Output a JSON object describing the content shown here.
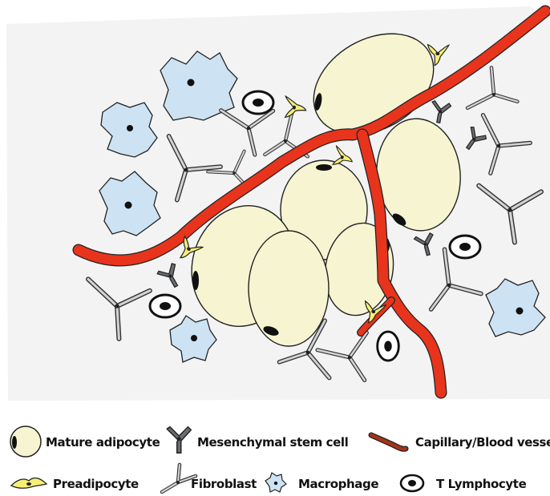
{
  "colors": {
    "adipocyte_fill": "#f7f4d1",
    "vessel": "#e8341c",
    "macrophage_fill": "#cde3f4",
    "preadipocyte_fill": "#f7ef74",
    "stem_cell_fill": "#6b6e71",
    "fibroblast_fill": "#cfd0d2",
    "outline": "#222222",
    "tissue_background": "#f3f3f3"
  },
  "icons": [
    "mature-adipocyte-icon",
    "mesenchymal-stem-cell-icon",
    "capillary-icon",
    "preadipocyte-icon",
    "fibroblast-icon",
    "macrophage-icon",
    "t-lymphocyte-icon"
  ],
  "legend": {
    "mature_adipocyte": "Mature adipocyte",
    "mesenchymal_stem_cell": "Mesenchymal stem cell",
    "capillary": "Capillary/Blood vessel",
    "preadipocyte": "Preadipocyte",
    "fibroblast": "Fibroblast",
    "macrophage": "Macrophage",
    "t_lymphocyte": "T Lymphocyte"
  }
}
